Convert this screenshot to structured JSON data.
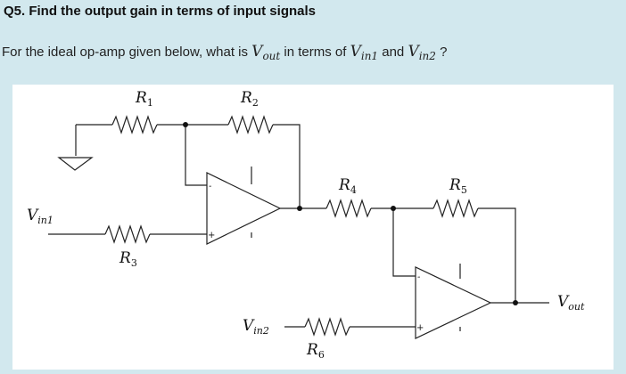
{
  "header": {
    "title": "Q5. Find the output gain in terms of input signals"
  },
  "question": {
    "prefix": "For the ideal op-amp given below, what is ",
    "vout": "V",
    "vout_sub": "out",
    "mid1": " in terms of ",
    "vin1": "V",
    "vin1_sub": "in1",
    "mid2": " and ",
    "vin2": "V",
    "vin2_sub": "in2",
    "suffix": " ?"
  },
  "diagram": {
    "labels": {
      "r1_main": "R",
      "r1_sub": "1",
      "r2_main": "R",
      "r2_sub": "2",
      "r3_main": "R",
      "r3_sub": "3",
      "r4_main": "R",
      "r4_sub": "4",
      "r5_main": "R",
      "r5_sub": "5",
      "r6_main": "R",
      "r6_sub": "6",
      "vin1_main": "V",
      "vin1_sub": "in1",
      "vin2_main": "V",
      "vin2_sub": "in2",
      "vout_main": "V",
      "vout_sub": "out"
    },
    "opamp_minus": "-",
    "opamp_plus": "+"
  }
}
